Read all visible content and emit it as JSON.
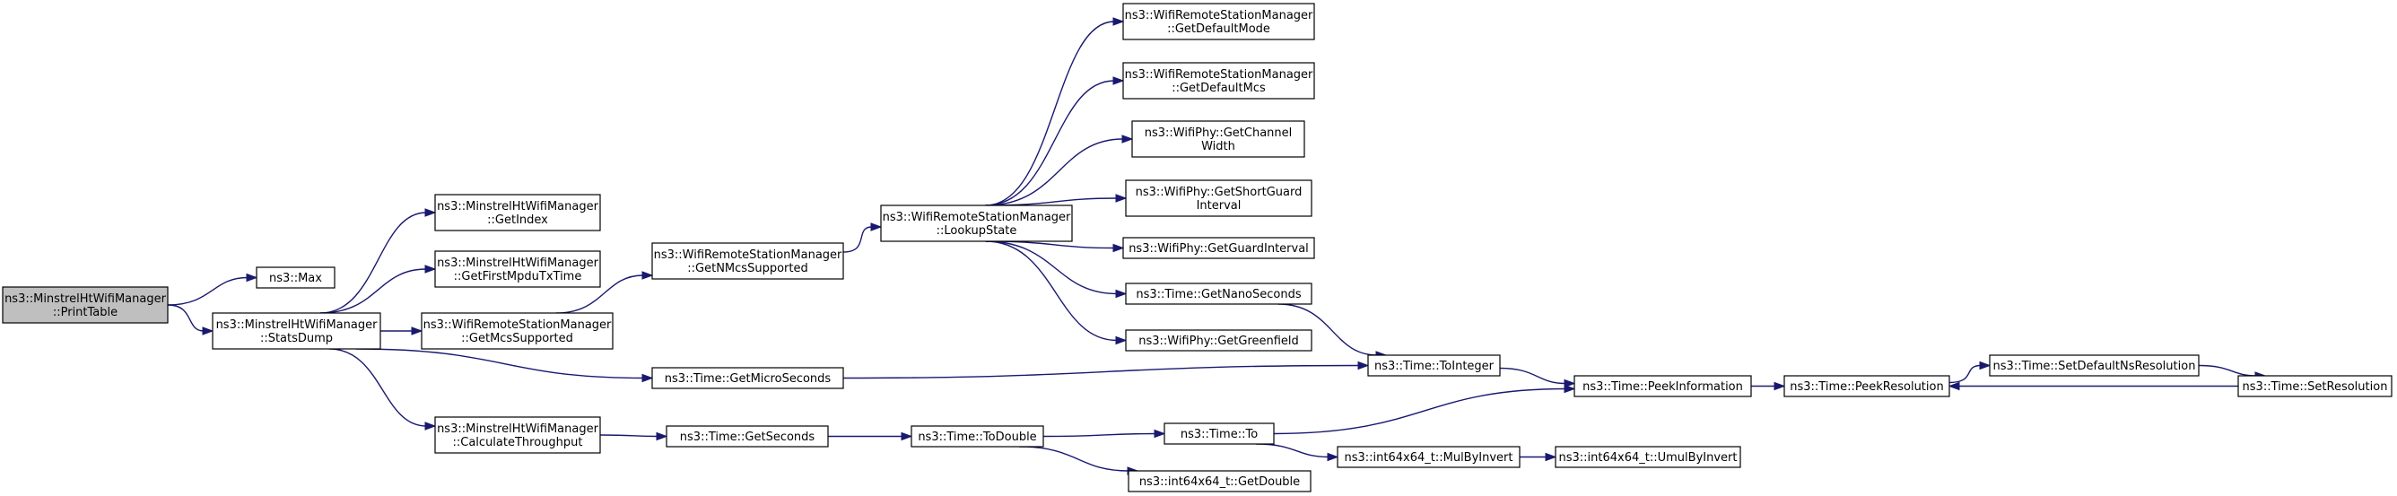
{
  "diagram": {
    "title": "",
    "nodes": [
      {
        "id": "printtable",
        "lines": [
          "ns3::MinstrelHtWifiManager",
          "::PrintTable"
        ],
        "root": true
      },
      {
        "id": "max",
        "lines": [
          "ns3::Max"
        ]
      },
      {
        "id": "statsdump",
        "lines": [
          "ns3::MinstrelHtWifiManager",
          "::StatsDump"
        ]
      },
      {
        "id": "getindex",
        "lines": [
          "ns3::MinstrelHtWifiManager",
          "::GetIndex"
        ]
      },
      {
        "id": "getfirstmpdu",
        "lines": [
          "ns3::MinstrelHtWifiManager",
          "::GetFirstMpduTxTime"
        ]
      },
      {
        "id": "getmcssupported",
        "lines": [
          "ns3::WifiRemoteStationManager",
          "::GetMcsSupported"
        ]
      },
      {
        "id": "calcthroughput",
        "lines": [
          "ns3::MinstrelHtWifiManager",
          "::CalculateThroughput"
        ]
      },
      {
        "id": "getnmcs",
        "lines": [
          "ns3::WifiRemoteStationManager",
          "::GetNMcsSupported"
        ]
      },
      {
        "id": "lookupstate",
        "lines": [
          "ns3::WifiRemoteStationManager",
          "::LookupState"
        ]
      },
      {
        "id": "getmicroseconds",
        "lines": [
          "ns3::Time::GetMicroSeconds"
        ]
      },
      {
        "id": "getseconds",
        "lines": [
          "ns3::Time::GetSeconds"
        ]
      },
      {
        "id": "todouble",
        "lines": [
          "ns3::Time::ToDouble"
        ]
      },
      {
        "id": "getdefaultmode",
        "lines": [
          "ns3::WifiRemoteStationManager",
          "::GetDefaultMode"
        ]
      },
      {
        "id": "getdefaultmcs",
        "lines": [
          "ns3::WifiRemoteStationManager",
          "::GetDefaultMcs"
        ]
      },
      {
        "id": "getchannelwidth",
        "lines": [
          "ns3::WifiPhy::GetChannel",
          "Width"
        ]
      },
      {
        "id": "getshortguard",
        "lines": [
          "ns3::WifiPhy::GetShortGuard",
          "Interval"
        ]
      },
      {
        "id": "getguardinterval",
        "lines": [
          "ns3::WifiPhy::GetGuardInterval"
        ]
      },
      {
        "id": "getnanoseconds",
        "lines": [
          "ns3::Time::GetNanoSeconds"
        ]
      },
      {
        "id": "getgreenfield",
        "lines": [
          "ns3::WifiPhy::GetGreenfield"
        ]
      },
      {
        "id": "to",
        "lines": [
          "ns3::Time::To"
        ]
      },
      {
        "id": "getdouble",
        "lines": [
          "ns3::int64x64_t::GetDouble"
        ]
      },
      {
        "id": "tointeger",
        "lines": [
          "ns3::Time::ToInteger"
        ]
      },
      {
        "id": "mulbyinvert",
        "lines": [
          "ns3::int64x64_t::MulByInvert"
        ]
      },
      {
        "id": "peekinformation",
        "lines": [
          "ns3::Time::PeekInformation"
        ]
      },
      {
        "id": "umulbyinvert",
        "lines": [
          "ns3::int64x64_t::UmulByInvert"
        ]
      },
      {
        "id": "peekresolution",
        "lines": [
          "ns3::Time::PeekResolution"
        ]
      },
      {
        "id": "setdefaultns",
        "lines": [
          "ns3::Time::SetDefaultNsResolution"
        ]
      },
      {
        "id": "setresolution",
        "lines": [
          "ns3::Time::SetResolution"
        ]
      }
    ],
    "edges": [
      [
        "printtable",
        "max"
      ],
      [
        "printtable",
        "statsdump"
      ],
      [
        "statsdump",
        "getindex"
      ],
      [
        "statsdump",
        "getfirstmpdu"
      ],
      [
        "statsdump",
        "getmcssupported"
      ],
      [
        "statsdump",
        "calcthroughput"
      ],
      [
        "statsdump",
        "getmicroseconds"
      ],
      [
        "getmcssupported",
        "getnmcs"
      ],
      [
        "getnmcs",
        "lookupstate"
      ],
      [
        "lookupstate",
        "getdefaultmode"
      ],
      [
        "lookupstate",
        "getdefaultmcs"
      ],
      [
        "lookupstate",
        "getchannelwidth"
      ],
      [
        "lookupstate",
        "getshortguard"
      ],
      [
        "lookupstate",
        "getguardinterval"
      ],
      [
        "lookupstate",
        "getnanoseconds"
      ],
      [
        "lookupstate",
        "getgreenfield"
      ],
      [
        "calcthroughput",
        "getseconds"
      ],
      [
        "getseconds",
        "todouble"
      ],
      [
        "todouble",
        "to"
      ],
      [
        "todouble",
        "getdouble"
      ],
      [
        "getmicroseconds",
        "tointeger"
      ],
      [
        "getnanoseconds",
        "tointeger"
      ],
      [
        "tointeger",
        "peekinformation"
      ],
      [
        "to",
        "peekinformation"
      ],
      [
        "to",
        "mulbyinvert"
      ],
      [
        "mulbyinvert",
        "umulbyinvert"
      ],
      [
        "peekinformation",
        "peekresolution"
      ],
      [
        "peekresolution",
        "setdefaultns"
      ],
      [
        "setdefaultns",
        "setresolution"
      ],
      [
        "setresolution",
        "peekresolution"
      ]
    ]
  }
}
